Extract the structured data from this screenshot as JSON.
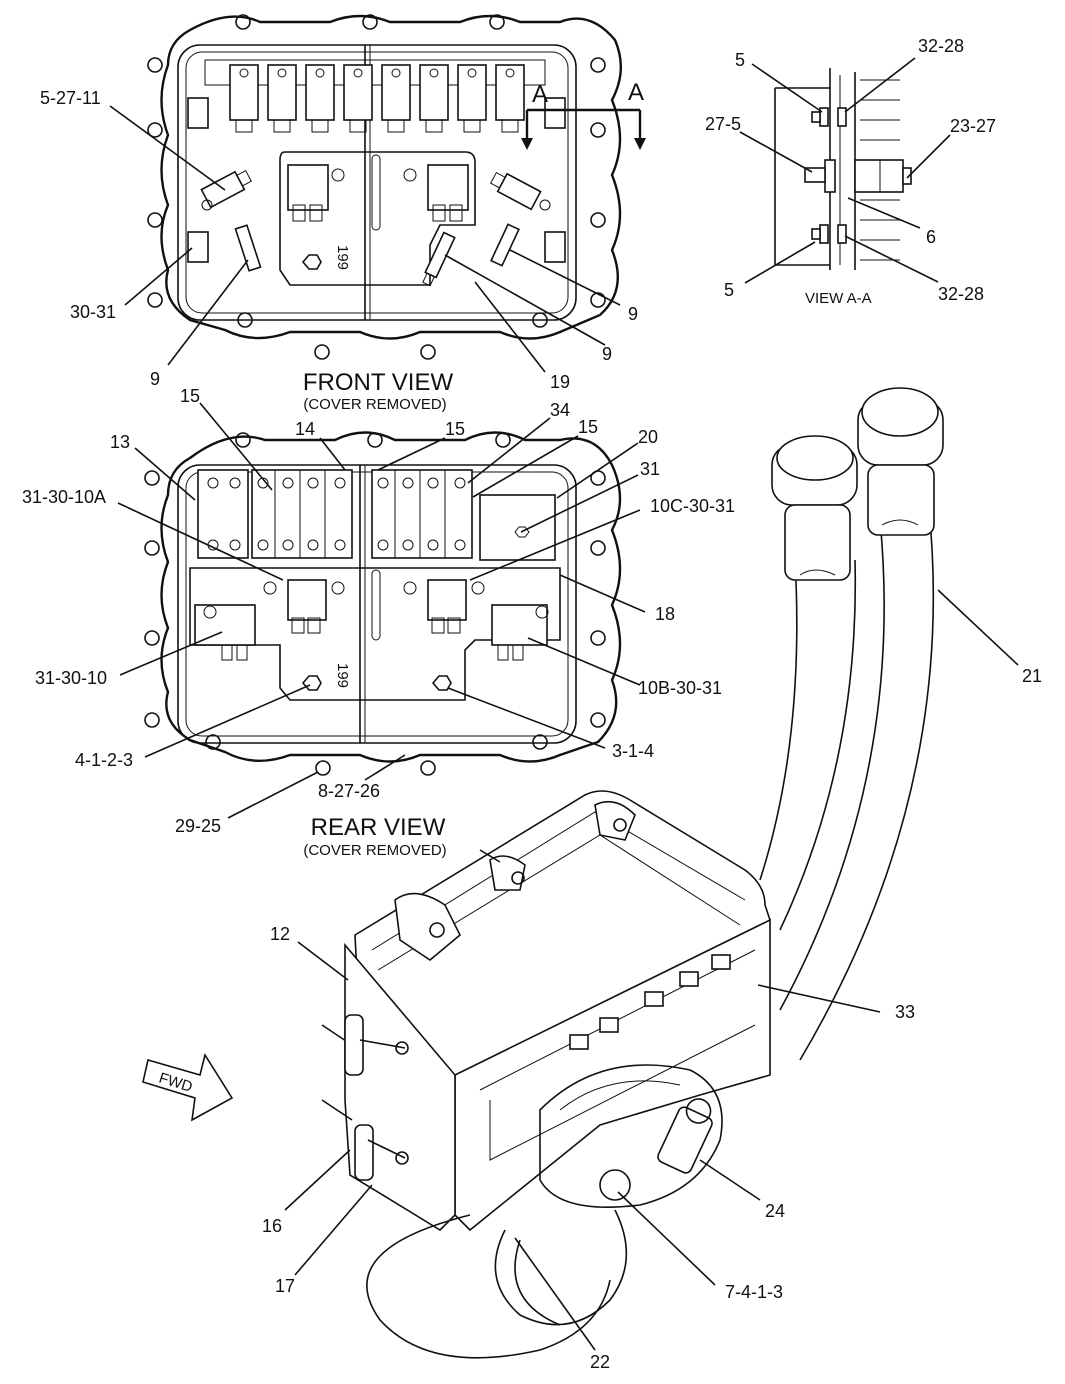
{
  "views": {
    "front_title": "FRONT VIEW",
    "front_note": "(COVER REMOVED)",
    "rear_title": "REAR VIEW",
    "rear_note": "(COVER REMOVED)",
    "section_title": "VIEW A-A",
    "section_marker": "A",
    "fwd_label": "FWD",
    "stamp": "199"
  },
  "front_callouts": [
    "5-27-11",
    "30-31",
    "9",
    "9",
    "9",
    "19"
  ],
  "section_callouts": [
    "5",
    "27-5",
    "5",
    "32-28",
    "23-27",
    "6",
    "32-28"
  ],
  "rear_callouts": [
    "15",
    "13",
    "14",
    "15",
    "34",
    "15",
    "20",
    "31",
    "31-30-10A",
    "10C-30-31",
    "18",
    "31-30-10",
    "10B-30-31",
    "4-1-2-3",
    "3-1-4",
    "8-27-26",
    "29-25"
  ],
  "iso_callouts": [
    "21",
    "12",
    "33",
    "16",
    "24",
    "17",
    "7-4-1-3",
    "22"
  ]
}
